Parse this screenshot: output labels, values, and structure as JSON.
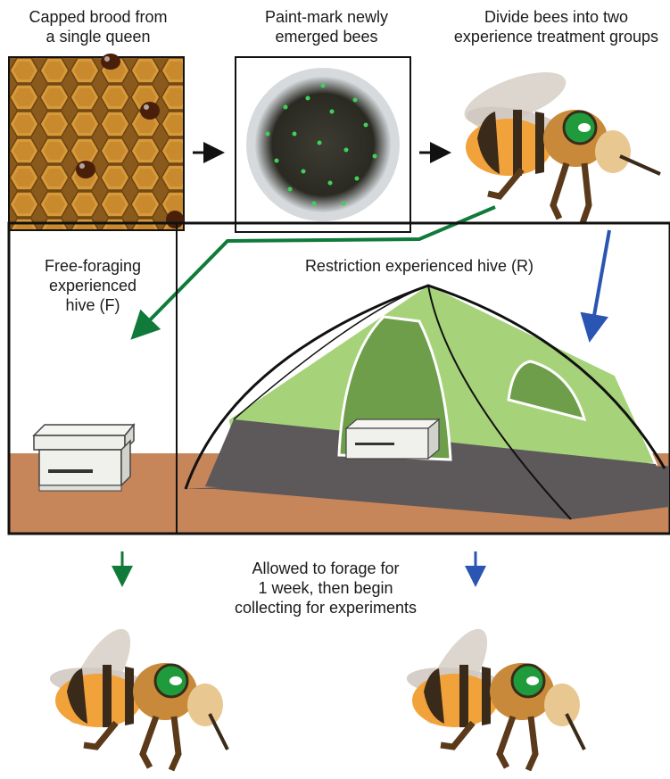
{
  "steps": {
    "step1": "Capped brood from\na single queen",
    "step2": "Paint-mark newly\nemerged bees",
    "step3": "Divide bees into two\nexperience treatment groups"
  },
  "panels": {
    "free_foraging": "Free-foraging\nexperienced\nhive (F)",
    "restriction": "Restriction experienced hive (R)"
  },
  "bottom_note": "Allowed to forage for\n1 week, then begin\ncollecting for experiments",
  "colors": {
    "free_arrow": "#0f7a3a",
    "restriction_arrow": "#2a55b3",
    "ground": "#c7855a",
    "tent_green": "#a6d27a",
    "tent_dark_green": "#6e9e4a",
    "tent_floor": "#5d585a",
    "honeycomb": "#c98a2e",
    "bee_eye": "#1f9b3c"
  },
  "icons": [
    "honeycomb-image",
    "marked-bees-photo",
    "honey-bee-icon",
    "beehive-box-icon",
    "tent-icon"
  ]
}
